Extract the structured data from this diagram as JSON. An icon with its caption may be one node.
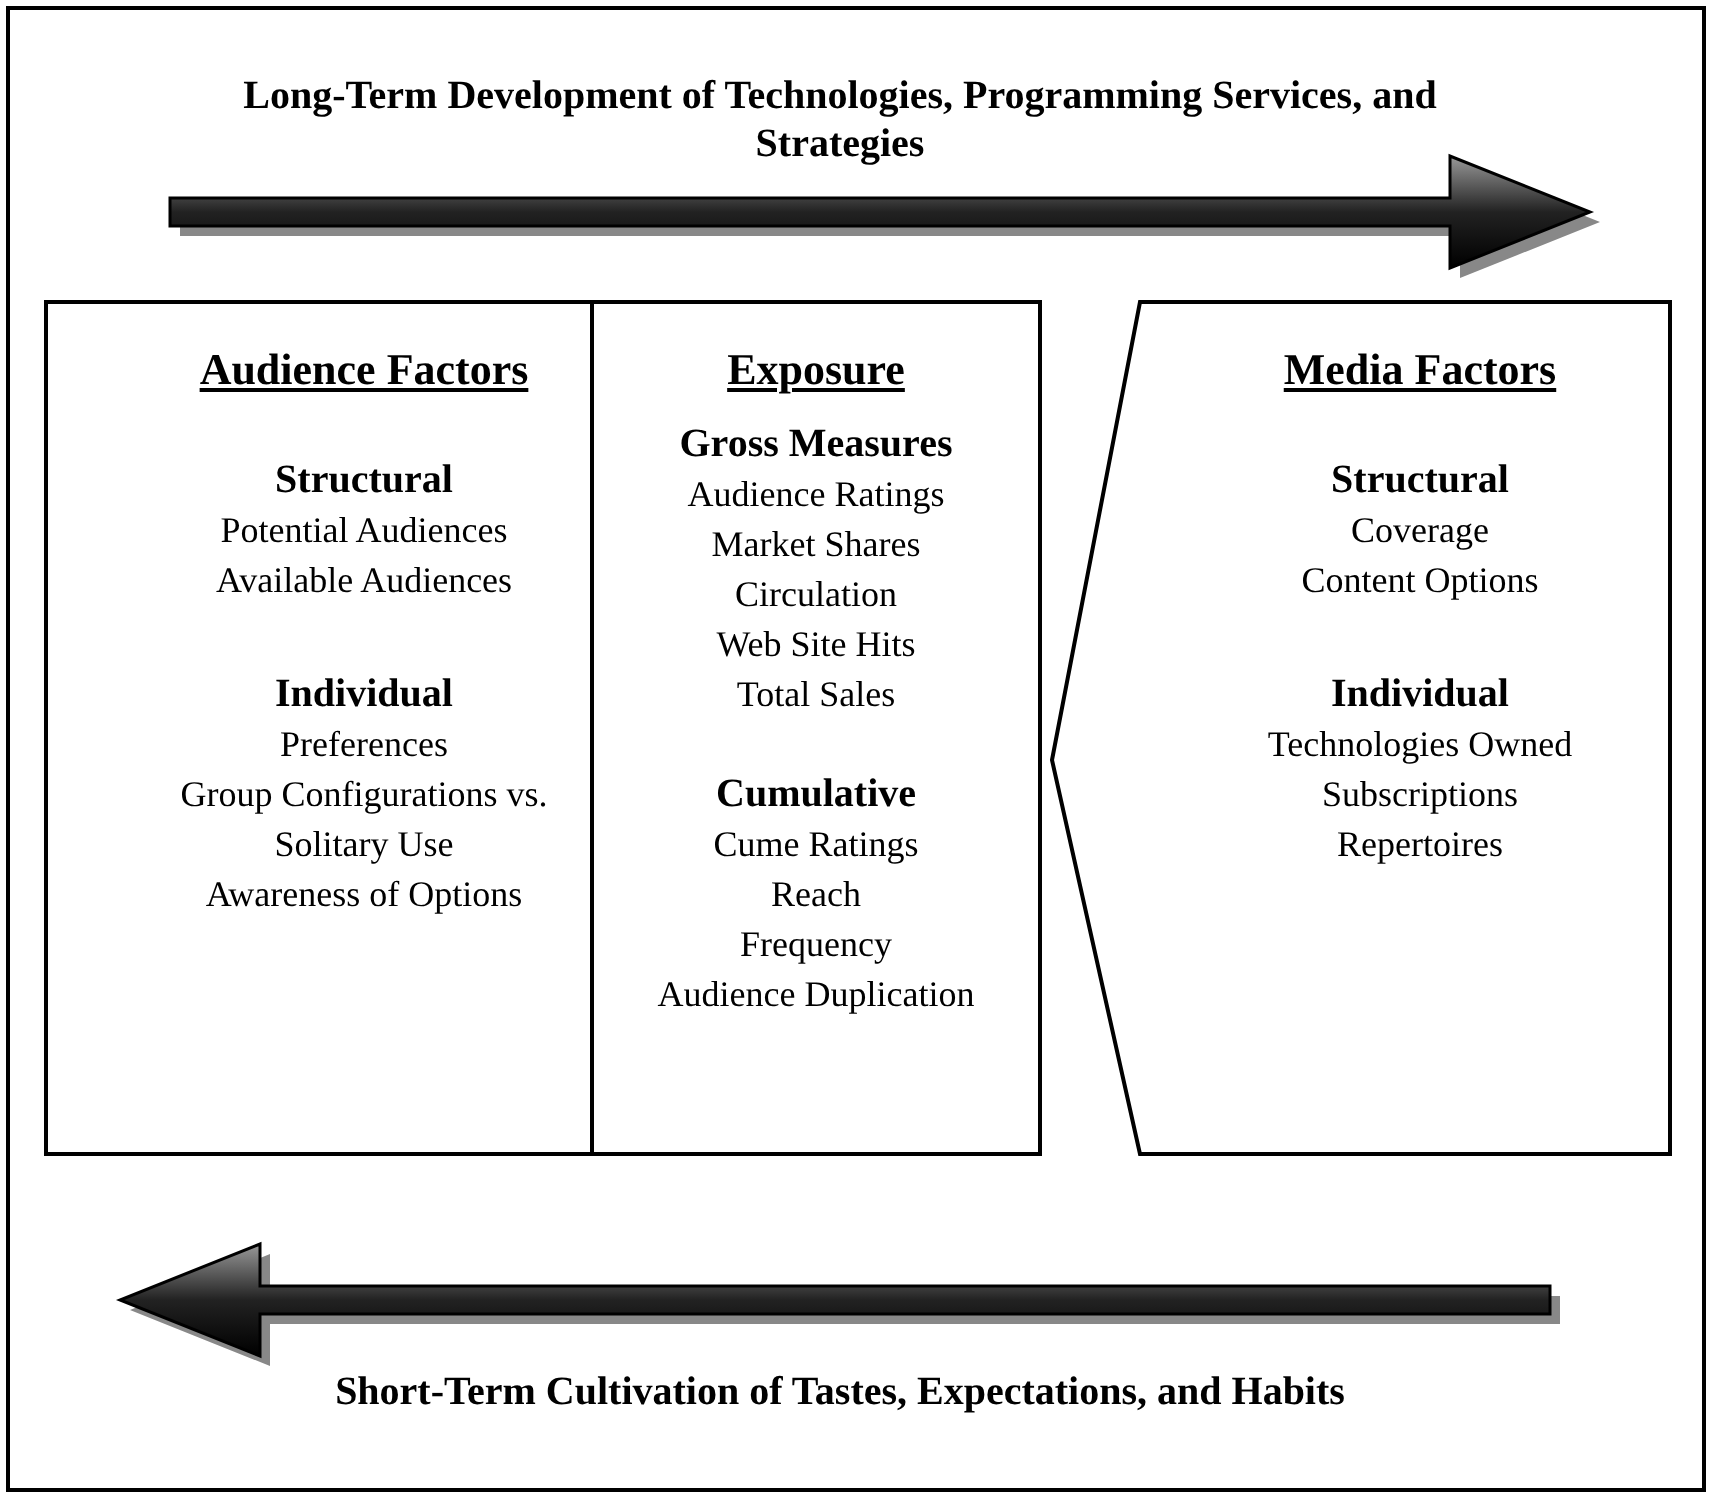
{
  "diagram": {
    "nodes": [
      {
        "text": [
          "Audience Factors",
          "Structural",
          "Potential Audiences",
          "Available Audiences",
          "Individual",
          "Preferences",
          "Group Configurations vs. Solitary Use",
          "Awareness of Options"
        ]
      },
      {
        "text": [
          "Exposure",
          "Gross Measures",
          "Audience Ratings",
          "Market Shares",
          "Circulation",
          "Web Site Hits",
          "Total Sales",
          "Cumulative",
          "Cume Ratings",
          "Reach",
          "Frequency",
          "Audience Duplication"
        ]
      },
      {
        "text": [
          "Media Factors",
          "Structural",
          "Coverage",
          "Content Options",
          "Individual",
          "Technologies Owned",
          "Subscriptions",
          "Repertoires"
        ]
      }
    ],
    "edges": [],
    "labels": [
      "Long-Term Development of Technologies, Programming Services, and Strategies",
      "Short-Term Cultivation of Tastes, Expectations, and Habits"
    ]
  }
}
